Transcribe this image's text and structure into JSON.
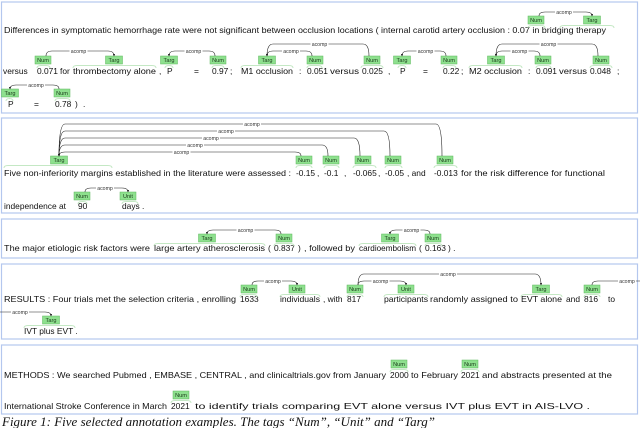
{
  "colors": {
    "panel_border": "#b4c7ee",
    "tag_fill": "#8ee08e",
    "tag_border": "#5cb85c",
    "bracket": "#c4e8c4"
  },
  "panels": [
    {
      "lines": [
        {
          "segments": [
            "Differences in symptomatic hemorrhage rate were not significant between occlusion locations ( internal carotid artery occlusion : 0.07  in bridging therapy"
          ],
          "tags": [
            "Num",
            "Targ"
          ],
          "arcs": [
            "acomp"
          ]
        },
        {
          "segments": [
            "versus",
            "0.071",
            "for",
            "thrombectomy alone",
            ",",
            "P",
            "=",
            "0.97",
            ";",
            "M1 occlusion",
            ":",
            "0.051",
            "versus",
            "0.025",
            ",",
            "P",
            "=",
            "0.22",
            ";",
            "M2 occlusion",
            ":",
            "0.091",
            "versus",
            "0.048",
            ";"
          ],
          "tags": [
            "Num",
            "Targ",
            "Targ",
            "Num",
            "Targ",
            "Num",
            "Num",
            "Targ",
            "Num",
            "Targ",
            "Num",
            "Num"
          ],
          "arcs": [
            "acomp",
            "acomp",
            "acomp",
            "acomp",
            "acomp",
            "acomp",
            "acomp"
          ]
        },
        {
          "segments": [
            "P",
            "=",
            "0.78",
            ")",
            "."
          ],
          "tags": [
            "Targ",
            "Num"
          ],
          "arcs": [
            "acomp"
          ]
        }
      ]
    },
    {
      "lines": [
        {
          "segments": [
            "Five non-inferiority margins established in the literature were assessed :",
            "-0.15",
            ",",
            "-0.1",
            ",",
            "-0.065",
            ",",
            "-0.05",
            ", and",
            "-0.013",
            "for the risk difference for functional"
          ],
          "tags": [
            "Targ",
            "Num",
            "Num",
            "Num",
            "Num",
            "Num"
          ],
          "arcs": [
            "acomp",
            "acomp",
            "acomp",
            "acomp",
            "acomp"
          ]
        },
        {
          "segments": [
            "independence at",
            "90",
            "days ."
          ],
          "tags": [
            "Num",
            "Unit"
          ],
          "arcs": [
            "acomp"
          ]
        }
      ]
    },
    {
      "lines": [
        {
          "segments": [
            "The major etiologic risk factors were",
            "large artery atherosclerosis",
            "(",
            "0.837",
            ")",
            ", followed by",
            "cardioembolism",
            "(",
            "0.163",
            ") ."
          ],
          "tags": [
            "Targ",
            "Num",
            "Targ",
            "Num"
          ],
          "arcs": [
            "acomp",
            "acomp"
          ]
        }
      ]
    },
    {
      "lines": [
        {
          "segments": [
            "RESULTS : Four trials met the selection criteria , enrolling",
            "1633",
            "individuals",
            ", with",
            "817",
            "participants",
            "randomly assigned to",
            "EVT alone",
            "and",
            "816",
            "to"
          ],
          "tags": [
            "Num",
            "Unit",
            "Num",
            "Unit",
            "Targ",
            "Num"
          ],
          "arcs": [
            "acomp",
            "acomp",
            "acomp",
            "acomp"
          ]
        },
        {
          "segments": [
            "IVT plus EVT ."
          ],
          "tags": [
            "Targ"
          ],
          "arcs": [
            "acomp"
          ]
        }
      ]
    },
    {
      "lines": [
        {
          "segments": [
            "METHODS : We searched Pubmed , EMBASE , CENTRAL , and clinicaltrials.gov from January",
            "2000",
            "to February",
            "2021",
            "and abstracts presented at the"
          ],
          "tags": [
            "Num",
            "Num"
          ],
          "arcs": []
        },
        {
          "segments": [
            "International Stroke Conference in March",
            "2021",
            "to identify trials comparing EVT alone versus IVT plus EVT in AIS-LVO ."
          ],
          "tags": [
            "Num"
          ],
          "arcs": []
        }
      ]
    }
  ],
  "caption": "Figure 1: Five selected annotation examples. The tags “Num”, “Unit” and “Targ”"
}
